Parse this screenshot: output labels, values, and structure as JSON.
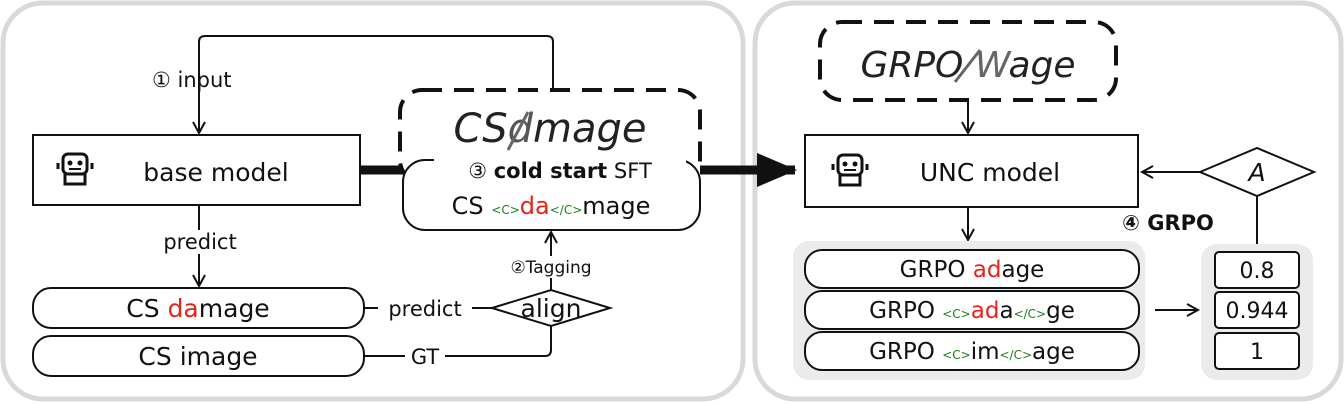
{
  "left": {
    "step1_input": "① input",
    "base_model": "base model",
    "predict_label": "predict",
    "pred_word": {
      "prefix": "CS ",
      "highlight": "da",
      "suffix": "mage"
    },
    "gt_word": "CS image",
    "predict_edge": "predict",
    "gt_edge": "GT",
    "align": "align",
    "step2_tagging": "②Tagging",
    "noisy_image_text": {
      "prefix": "CS",
      "suffix": "mage"
    },
    "step3_prefix": "③",
    "step3_bold": "cold start",
    "step3_suffix": "SFT",
    "sft_target": {
      "prefix": "CS",
      "open_tag": "<C>",
      "highlight": "da",
      "close_tag": "</C>",
      "suffix": "mage"
    }
  },
  "right": {
    "noisy_image_text": {
      "prefix": "GRPO",
      "suffix": "age"
    },
    "unc_model": "UNC model",
    "advantage": "A",
    "step4": "④ GRPO",
    "candidates": [
      {
        "prefix": "GRPO ",
        "open_tag": "",
        "highlight": "ad",
        "mid": "",
        "close_tag": "",
        "suffix": "age"
      },
      {
        "prefix": "GRPO ",
        "open_tag": "<C>",
        "highlight": "ad",
        "mid": "a",
        "close_tag": "</C>",
        "suffix": "ge"
      },
      {
        "prefix": "GRPO ",
        "open_tag": "<C>",
        "highlight": "",
        "mid": "im",
        "close_tag": "</C>",
        "suffix": "age"
      }
    ],
    "rewards": [
      "0.8",
      "0.944",
      "1"
    ]
  },
  "colors": {
    "highlight": "#e8231a",
    "tag": "#1a7f1a",
    "panel_border": "#d9d9d9",
    "group_bg": "#ebebeb"
  },
  "icons": [
    "robot-icon"
  ]
}
